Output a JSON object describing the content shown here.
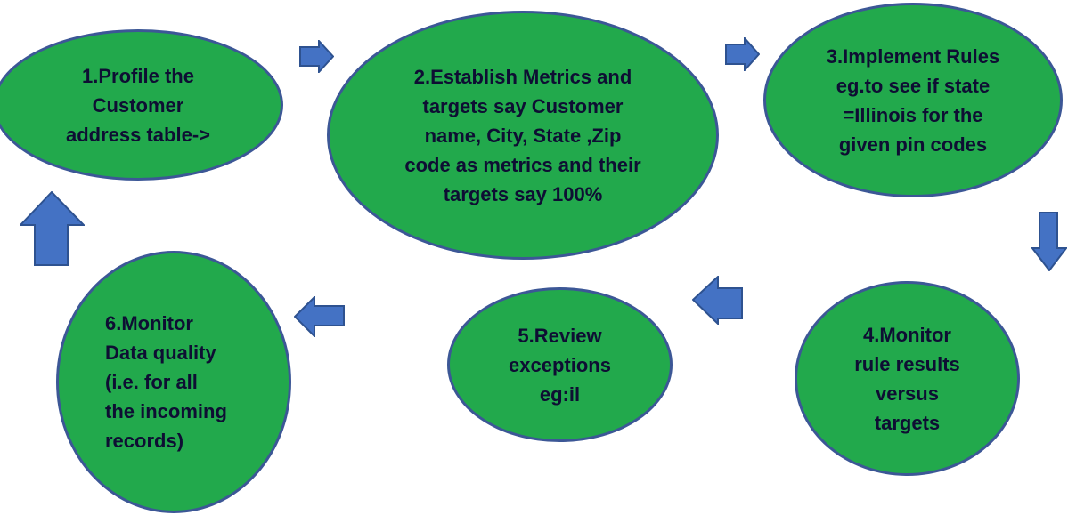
{
  "diagram": {
    "type": "cycle-flowchart",
    "background": "#ffffff",
    "colors": {
      "node_fill": "#22A94C",
      "node_border": "#3C5796",
      "arrow_fill": "#4472C4",
      "arrow_border": "#2E5290",
      "text": "#0E0E33"
    },
    "nodes": [
      {
        "id": "step-1",
        "lines": [
          "1.Profile the",
          "Customer",
          "address table->"
        ]
      },
      {
        "id": "step-2",
        "lines": [
          "2.Establish Metrics and",
          "targets say Customer",
          "name, City, State ,Zip",
          "code as metrics and their",
          "targets say 100%"
        ]
      },
      {
        "id": "step-3",
        "lines": [
          "3.Implement Rules",
          "eg.to see if state",
          "=Illinois for the",
          "given pin codes"
        ]
      },
      {
        "id": "step-4",
        "lines": [
          "4.Monitor",
          "rule results",
          "versus",
          "targets"
        ]
      },
      {
        "id": "step-5",
        "lines": [
          "5.Review",
          "exceptions",
          "eg:il"
        ]
      },
      {
        "id": "step-6",
        "lines": [
          "6.Monitor",
          "Data quality",
          "(i.e. for all",
          "the incoming",
          "records)"
        ]
      }
    ],
    "arrows": [
      {
        "name": "arrow-step1-to-step2",
        "direction": "right"
      },
      {
        "name": "arrow-step2-to-step3",
        "direction": "right"
      },
      {
        "name": "arrow-step3-to-step4",
        "direction": "down"
      },
      {
        "name": "arrow-step4-to-step5",
        "direction": "left"
      },
      {
        "name": "arrow-step5-to-step6",
        "direction": "left"
      },
      {
        "name": "arrow-step6-to-step1",
        "direction": "up"
      }
    ]
  }
}
